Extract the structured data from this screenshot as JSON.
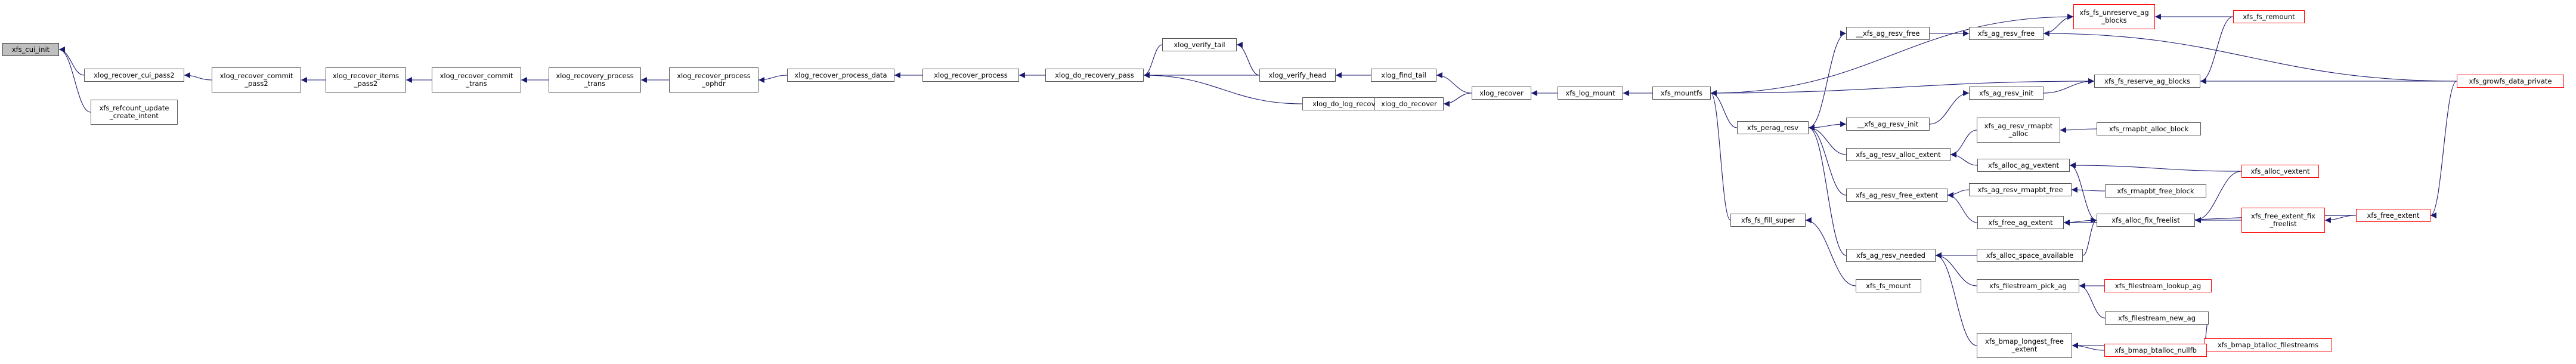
{
  "graph": {
    "title": "",
    "colors": {
      "edge": "#191970",
      "edge_truncated": "#a52a2a",
      "node_border": "#555555",
      "truncated_border": "#ff0000",
      "root_fill": "#bfbfbf"
    },
    "nodes": [
      {
        "id": "xfs_cui_init",
        "label": "xfs_cui_init",
        "root": true
      },
      {
        "id": "xlog_recover_cui_pass2",
        "label": "xlog_recover_cui_pass2"
      },
      {
        "id": "xfs_refcount_update_create_intent",
        "label": "xfs_refcount_update\n_create_intent"
      },
      {
        "id": "xlog_recover_commit_pass2",
        "label": "xlog_recover_commit\n_pass2"
      },
      {
        "id": "xlog_recover_items_pass2",
        "label": "xlog_recover_items\n_pass2"
      },
      {
        "id": "xlog_recover_commit_trans",
        "label": "xlog_recover_commit\n_trans"
      },
      {
        "id": "xlog_recovery_process_trans",
        "label": "xlog_recovery_process\n_trans"
      },
      {
        "id": "xlog_recover_process_ophdr",
        "label": "xlog_recover_process\n_ophdr"
      },
      {
        "id": "xlog_recover_process_data",
        "label": "xlog_recover_process_data"
      },
      {
        "id": "xlog_recover_process",
        "label": "xlog_recover_process"
      },
      {
        "id": "xlog_do_recovery_pass",
        "label": "xlog_do_recovery_pass"
      },
      {
        "id": "xlog_verify_tail",
        "label": "xlog_verify_tail"
      },
      {
        "id": "xlog_verify_head",
        "label": "xlog_verify_head"
      },
      {
        "id": "xlog_do_log_recovery",
        "label": "xlog_do_log_recovery"
      },
      {
        "id": "xlog_find_tail",
        "label": "xlog_find_tail"
      },
      {
        "id": "xlog_do_recover",
        "label": "xlog_do_recover"
      },
      {
        "id": "xlog_recover",
        "label": "xlog_recover"
      },
      {
        "id": "xfs_log_mount",
        "label": "xfs_log_mount"
      },
      {
        "id": "xfs_mountfs",
        "label": "xfs_mountfs"
      },
      {
        "id": "xfs_fs_unreserve_ag_blocks",
        "label": "xfs_fs_unreserve_ag\n_blocks",
        "truncated": true
      },
      {
        "id": "xfs_fs_remount",
        "label": "xfs_fs_remount",
        "truncated": true
      },
      {
        "id": "__xfs_ag_resv_free",
        "label": "__xfs_ag_resv_free"
      },
      {
        "id": "xfs_ag_resv_free",
        "label": "xfs_ag_resv_free"
      },
      {
        "id": "xfs_fs_reserve_ag_blocks",
        "label": "xfs_fs_reserve_ag_blocks"
      },
      {
        "id": "xfs_growfs_data_private",
        "label": "xfs_growfs_data_private",
        "truncated": true
      },
      {
        "id": "xfs_perag_resv",
        "label": "xfs_perag_resv"
      },
      {
        "id": "__xfs_ag_resv_init",
        "label": "__xfs_ag_resv_init"
      },
      {
        "id": "xfs_ag_resv_init",
        "label": "xfs_ag_resv_init"
      },
      {
        "id": "xfs_ag_resv_rmapbt_alloc",
        "label": "xfs_ag_resv_rmapbt\n_alloc"
      },
      {
        "id": "xfs_rmapbt_alloc_block",
        "label": "xfs_rmapbt_alloc_block"
      },
      {
        "id": "xfs_ag_resv_alloc_extent",
        "label": "xfs_ag_resv_alloc_extent"
      },
      {
        "id": "xfs_alloc_ag_vextent",
        "label": "xfs_alloc_ag_vextent"
      },
      {
        "id": "xfs_alloc_vextent",
        "label": "xfs_alloc_vextent",
        "truncated": true
      },
      {
        "id": "xfs_ag_resv_rmapbt_free",
        "label": "xfs_ag_resv_rmapbt_free"
      },
      {
        "id": "xfs_rmapbt_free_block",
        "label": "xfs_rmapbt_free_block"
      },
      {
        "id": "xfs_ag_resv_free_extent",
        "label": "xfs_ag_resv_free_extent"
      },
      {
        "id": "xfs_free_ag_extent",
        "label": "xfs_free_ag_extent"
      },
      {
        "id": "xfs_alloc_fix_freelist",
        "label": "xfs_alloc_fix_freelist"
      },
      {
        "id": "xfs_free_extent_fix_freelist",
        "label": "xfs_free_extent_fix\n_freelist",
        "truncated": true
      },
      {
        "id": "xfs_free_extent",
        "label": "xfs_free_extent",
        "truncated": true
      },
      {
        "id": "xfs_fs_fill_super",
        "label": "xfs_fs_fill_super"
      },
      {
        "id": "xfs_ag_resv_needed",
        "label": "xfs_ag_resv_needed"
      },
      {
        "id": "xfs_alloc_space_available",
        "label": "xfs_alloc_space_available"
      },
      {
        "id": "xfs_fs_mount",
        "label": "xfs_fs_mount"
      },
      {
        "id": "xfs_filestream_pick_ag",
        "label": "xfs_filestream_pick_ag"
      },
      {
        "id": "xfs_filestream_lookup_ag",
        "label": "xfs_filestream_lookup_ag",
        "truncated": true
      },
      {
        "id": "xfs_filestream_new_ag",
        "label": "xfs_filestream_new_ag"
      },
      {
        "id": "xfs_bmap_btalloc_filestreams",
        "label": "xfs_bmap_btalloc_filestreams",
        "truncated": true
      },
      {
        "id": "xfs_bmap_longest_free_extent",
        "label": "xfs_bmap_longest_free\n_extent"
      },
      {
        "id": "xfs_bmap_btalloc_nullfb",
        "label": "xfs_bmap_btalloc_nullfb",
        "truncated": true
      }
    ],
    "edges": [
      {
        "from": "xlog_recover_cui_pass2",
        "to": "xfs_cui_init"
      },
      {
        "from": "xfs_refcount_update_create_intent",
        "to": "xfs_cui_init"
      },
      {
        "from": "xlog_recover_commit_pass2",
        "to": "xlog_recover_cui_pass2"
      },
      {
        "from": "xlog_recover_items_pass2",
        "to": "xlog_recover_commit_pass2"
      },
      {
        "from": "xlog_recover_commit_trans",
        "to": "xlog_recover_items_pass2"
      },
      {
        "from": "xlog_recovery_process_trans",
        "to": "xlog_recover_commit_trans"
      },
      {
        "from": "xlog_recover_process_ophdr",
        "to": "xlog_recovery_process_trans"
      },
      {
        "from": "xlog_recover_process_data",
        "to": "xlog_recover_process_ophdr"
      },
      {
        "from": "xlog_recover_process",
        "to": "xlog_recover_process_data"
      },
      {
        "from": "xlog_do_recovery_pass",
        "to": "xlog_recover_process"
      },
      {
        "from": "xlog_verify_tail",
        "to": "xlog_do_recovery_pass"
      },
      {
        "from": "xlog_verify_head",
        "to": "xlog_do_recovery_pass"
      },
      {
        "from": "xlog_do_log_recovery",
        "to": "xlog_do_recovery_pass"
      },
      {
        "from": "xlog_verify_head",
        "to": "xlog_verify_tail"
      },
      {
        "from": "xlog_find_tail",
        "to": "xlog_verify_head"
      },
      {
        "from": "xlog_do_recover",
        "to": "xlog_do_log_recovery"
      },
      {
        "from": "xlog_recover",
        "to": "xlog_find_tail"
      },
      {
        "from": "xlog_recover",
        "to": "xlog_do_recover"
      },
      {
        "from": "xfs_log_mount",
        "to": "xlog_recover"
      },
      {
        "from": "xfs_mountfs",
        "to": "xfs_log_mount"
      },
      {
        "from": "xfs_mountfs",
        "to": "xfs_fs_unreserve_ag_blocks"
      },
      {
        "from": "xfs_mountfs",
        "to": "xfs_fs_reserve_ag_blocks"
      },
      {
        "from": "xfs_fs_remount",
        "to": "xfs_fs_unreserve_ag_blocks"
      },
      {
        "from": "xfs_ag_resv_free",
        "to": "xfs_fs_unreserve_ag_blocks"
      },
      {
        "from": "__xfs_ag_resv_free",
        "to": "xfs_ag_resv_free"
      },
      {
        "from": "xfs_perag_resv",
        "to": "__xfs_ag_resv_free"
      },
      {
        "from": "xfs_ag_resv_init",
        "to": "xfs_fs_reserve_ag_blocks"
      },
      {
        "from": "xfs_fs_remount",
        "to": "xfs_fs_reserve_ag_blocks"
      },
      {
        "from": "xfs_growfs_data_private",
        "to": "xfs_fs_reserve_ag_blocks"
      },
      {
        "from": "xfs_growfs_data_private",
        "to": "xfs_ag_resv_free"
      },
      {
        "from": "__xfs_ag_resv_init",
        "to": "xfs_ag_resv_init"
      },
      {
        "from": "xfs_perag_resv",
        "to": "__xfs_ag_resv_init"
      },
      {
        "from": "xfs_perag_resv",
        "to": "xfs_mountfs"
      },
      {
        "from": "xfs_ag_resv_alloc_extent",
        "to": "xfs_perag_resv"
      },
      {
        "from": "xfs_ag_resv_free_extent",
        "to": "xfs_perag_resv"
      },
      {
        "from": "xfs_ag_resv_needed",
        "to": "xfs_perag_resv"
      },
      {
        "from": "xfs_ag_resv_rmapbt_alloc",
        "to": "xfs_ag_resv_alloc_extent"
      },
      {
        "from": "xfs_alloc_ag_vextent",
        "to": "xfs_ag_resv_alloc_extent"
      },
      {
        "from": "xfs_rmapbt_alloc_block",
        "to": "xfs_ag_resv_rmapbt_alloc"
      },
      {
        "from": "xfs_alloc_vextent",
        "to": "xfs_alloc_ag_vextent"
      },
      {
        "from": "xfs_alloc_fix_freelist",
        "to": "xfs_alloc_ag_vextent"
      },
      {
        "from": "xfs_ag_resv_rmapbt_free",
        "to": "xfs_ag_resv_free_extent"
      },
      {
        "from": "xfs_free_ag_extent",
        "to": "xfs_ag_resv_free_extent"
      },
      {
        "from": "xfs_rmapbt_free_block",
        "to": "xfs_ag_resv_rmapbt_free"
      },
      {
        "from": "xfs_alloc_fix_freelist",
        "to": "xfs_free_ag_extent"
      },
      {
        "from": "xfs_free_extent",
        "to": "xfs_free_ag_extent"
      },
      {
        "from": "xfs_alloc_vextent",
        "to": "xfs_alloc_fix_freelist"
      },
      {
        "from": "xfs_free_extent_fix_freelist",
        "to": "xfs_alloc_fix_freelist"
      },
      {
        "from": "xfs_free_extent",
        "to": "xfs_free_extent_fix_freelist"
      },
      {
        "from": "xfs_growfs_data_private",
        "to": "xfs_free_extent"
      },
      {
        "from": "xfs_alloc_space_available",
        "to": "xfs_alloc_fix_freelist"
      },
      {
        "from": "xfs_fs_fill_super",
        "to": "xfs_mountfs"
      },
      {
        "from": "xfs_fs_mount",
        "to": "xfs_fs_fill_super"
      },
      {
        "from": "xfs_alloc_space_available",
        "to": "xfs_ag_resv_needed"
      },
      {
        "from": "xfs_filestream_pick_ag",
        "to": "xfs_ag_resv_needed"
      },
      {
        "from": "xfs_bmap_longest_free_extent",
        "to": "xfs_ag_resv_needed"
      },
      {
        "from": "xfs_filestream_lookup_ag",
        "to": "xfs_filestream_pick_ag"
      },
      {
        "from": "xfs_filestream_new_ag",
        "to": "xfs_filestream_pick_ag"
      },
      {
        "from": "xfs_bmap_btalloc_filestreams",
        "to": "xfs_filestream_new_ag"
      },
      {
        "from": "xfs_bmap_btalloc_nullfb",
        "to": "xfs_bmap_longest_free_extent"
      },
      {
        "from": "xfs_bmap_btalloc_filestreams",
        "to": "xfs_bmap_longest_free_extent"
      }
    ]
  }
}
